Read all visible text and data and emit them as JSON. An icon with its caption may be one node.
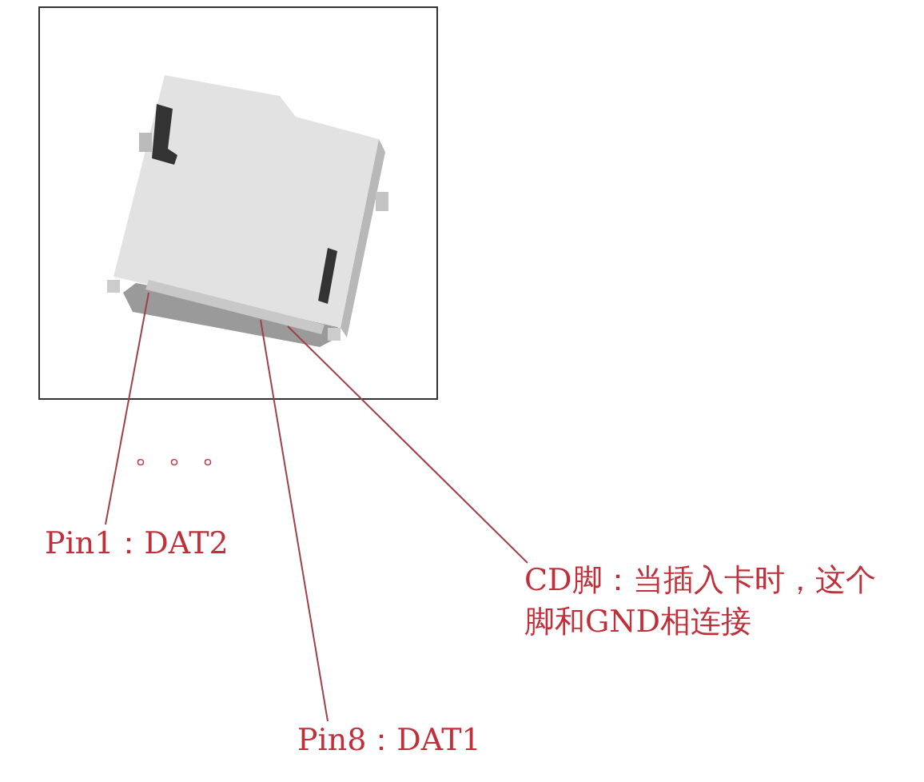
{
  "diagram": {
    "nodes": [
      {
        "text": [],
        "shape": "picture"
      },
      {
        "text": [
          "Pin1：DAT2"
        ]
      },
      {
        "text": [
          "Pin8：DAT1"
        ]
      },
      {
        "text": [
          "CD脚：当插入卡时，这个脚和GND相连接"
        ]
      }
    ],
    "edges": [
      {
        "from": 1,
        "to": 0,
        "arrow": "none"
      },
      {
        "from": 2,
        "to": 0,
        "arrow": "none"
      },
      {
        "from": 3,
        "to": 0,
        "arrow": "none"
      }
    ],
    "labels": [
      "。。。"
    ]
  }
}
